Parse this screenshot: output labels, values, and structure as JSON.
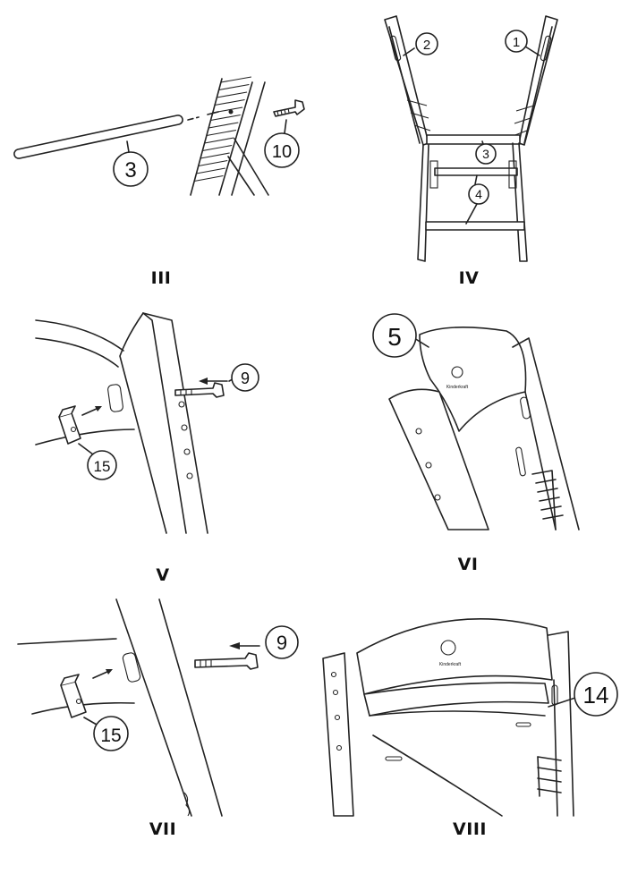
{
  "steps": [
    {
      "id": "III",
      "label": "III",
      "callouts": [
        "3",
        "10"
      ]
    },
    {
      "id": "IV",
      "label": "IV",
      "callouts": [
        "1",
        "2",
        "3",
        "4"
      ]
    },
    {
      "id": "V",
      "label": "V",
      "callouts": [
        "9",
        "15"
      ]
    },
    {
      "id": "VI",
      "label": "VI",
      "callouts": [
        "5"
      ]
    },
    {
      "id": "VII",
      "label": "VII",
      "callouts": [
        "9",
        "15"
      ]
    },
    {
      "id": "VIII",
      "label": "VIII",
      "callouts": [
        "14"
      ]
    }
  ],
  "logo_text": "Kinderkraft"
}
